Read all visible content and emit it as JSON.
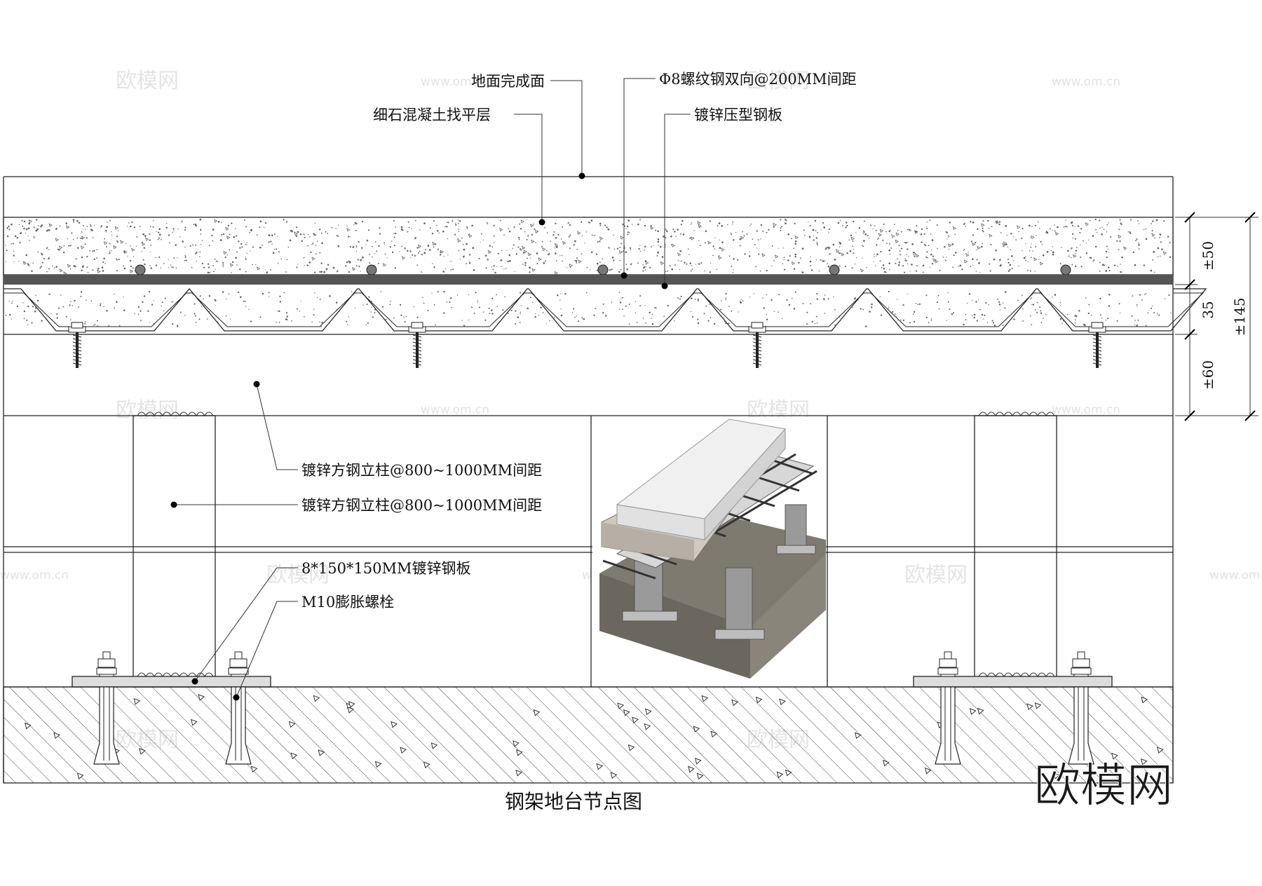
{
  "callouts": {
    "finish_surface": "地面完成面",
    "leveling_layer": "细石混凝土找平层",
    "rebar": "Φ8螺纹钢双向@200MM间距",
    "deck_plate": "镀锌压型钢板",
    "post_1": "镀锌方钢立柱@800~1000MM间距",
    "post_2": "镀锌方钢立柱@800~1000MM间距",
    "base_plate": "8*150*150MM镀锌钢板",
    "anchor_bolt": "M10膨胀螺栓"
  },
  "dimensions": {
    "d1": "±50",
    "d2": "35",
    "d3": "±60",
    "total": "±145"
  },
  "caption": "钢架地台节点图",
  "brand": "欧模网",
  "watermark": {
    "text": "欧模网",
    "url": "www.om.cn"
  },
  "colors": {
    "line": "#222222",
    "deck_plate": "#555555",
    "concrete_dots": "#666666",
    "render_slab": "#e9e9e9",
    "render_concrete": "#7f7a70",
    "render_steel": "#9a9a9a"
  }
}
